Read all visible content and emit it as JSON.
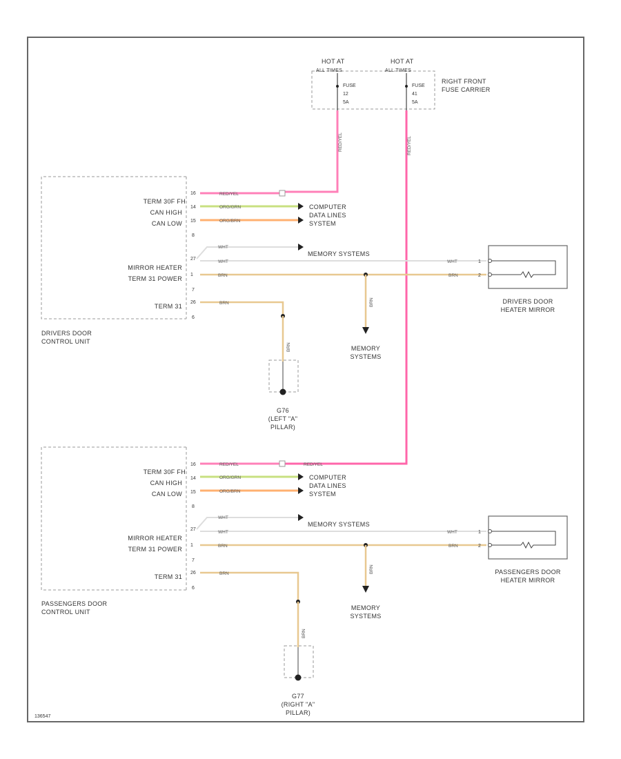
{
  "colors": {
    "red_yel": "#ff80b8",
    "red": "#ff66aa",
    "org_brn": "#ffb070",
    "org_grn": "#c8e080",
    "wht": "#dddddd",
    "brn": "#e8c890",
    "frame": "#666666",
    "dash": "#999999",
    "node": "#222222"
  },
  "fuse_carrier": {
    "hot_at_1": "HOT AT",
    "hot_at_1b": "ALL TIMES",
    "fuse_1": "FUSE",
    "fuse_1_num": "12",
    "fuse_1_amp": "5A",
    "hot_at_2": "HOT AT",
    "hot_at_2b": "ALL TIMES",
    "fuse_2": "FUSE",
    "fuse_2_num": "41",
    "fuse_2_amp": "5A",
    "name_1": "RIGHT FRONT",
    "name_2": "FUSE CARRIER",
    "wire_1": "RED/YEL",
    "wire_2": "RED/YEL"
  },
  "driver_unit": {
    "labels": [
      "TERM 30F FH",
      "CAN HIGH",
      "CAN LOW",
      "MIRROR HEATER",
      "TERM 31 POWER",
      "TERM 31"
    ],
    "pins": [
      "16",
      "14",
      "15",
      "8",
      "27",
      "1",
      "7",
      "26",
      "6"
    ],
    "wires": [
      "RED/YEL",
      "ORG/GRN",
      "ORG/BRN",
      "WHT",
      "WHT",
      "BRN",
      "BRN",
      "BRN"
    ],
    "name_1": "DRIVERS DOOR",
    "name_2": "CONTROL UNIT"
  },
  "driver_links": {
    "computer_1": "COMPUTER",
    "computer_2": "DATA LINES",
    "computer_3": "SYSTEM",
    "memory_top": "MEMORY SYSTEMS",
    "memory_bottom_1": "MEMORY",
    "memory_bottom_2": "SYSTEMS",
    "ground_1": "G76",
    "ground_2": "(LEFT \"A\"",
    "ground_3": "PILLAR)"
  },
  "driver_mirror": {
    "pin_1": "1",
    "pin_2": "2",
    "name_1": "DRIVERS DOOR",
    "name_2": "HEATER MIRROR"
  },
  "passenger_unit": {
    "labels": [
      "TERM 30F FH",
      "CAN HIGH",
      "CAN LOW",
      "MIRROR HEATER",
      "TERM 31 POWER",
      "TERM 31"
    ],
    "pins": [
      "16",
      "14",
      "15",
      "8",
      "27",
      "1",
      "7",
      "26",
      "6"
    ],
    "wires": [
      "RED/YEL",
      "RED/YEL",
      "ORG/GRN",
      "ORG/BRN",
      "WHT",
      "WHT",
      "BRN",
      "BRN",
      "BRN"
    ],
    "name_1": "PASSENGERS DOOR",
    "name_2": "CONTROL UNIT"
  },
  "passenger_links": {
    "computer_1": "COMPUTER",
    "computer_2": "DATA LINES",
    "computer_3": "SYSTEM",
    "memory_top": "MEMORY SYSTEMS",
    "memory_bottom_1": "MEMORY",
    "memory_bottom_2": "SYSTEMS",
    "ground_1": "G77",
    "ground_2": "(RIGHT \"A\"",
    "ground_3": "PILLAR)"
  },
  "passenger_mirror": {
    "pin_1": "1",
    "pin_2": "2",
    "name_1": "PASSENGERS DOOR",
    "name_2": "HEATER MIRROR"
  },
  "footer": {
    "code": "136547"
  }
}
